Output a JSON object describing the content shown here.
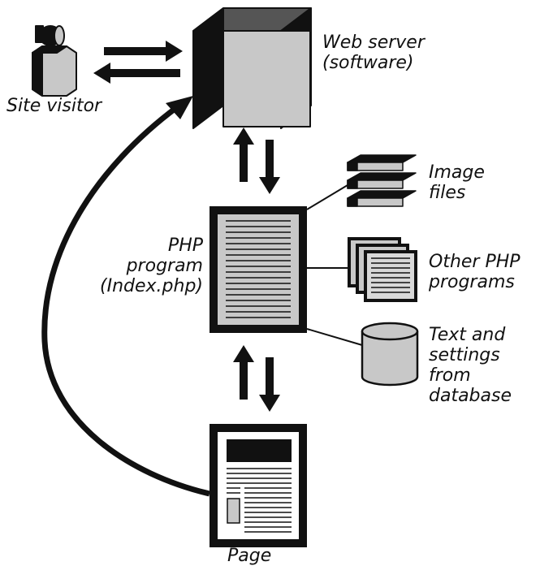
{
  "labels": {
    "site_visitor": "Site visitor",
    "web_server": [
      "Web server",
      "(software)"
    ],
    "php_program": [
      "PHP",
      "program",
      "(Index.php)"
    ],
    "image_files": [
      "Image",
      "files"
    ],
    "other_php": [
      "Other PHP",
      "programs"
    ],
    "database": [
      "Text and",
      "settings",
      "from",
      "database"
    ],
    "page": "Page"
  },
  "colors": {
    "ink": "#111111",
    "fill_gray": "#c8c8c8",
    "dark_gray": "#555555",
    "background": "#ffffff"
  }
}
